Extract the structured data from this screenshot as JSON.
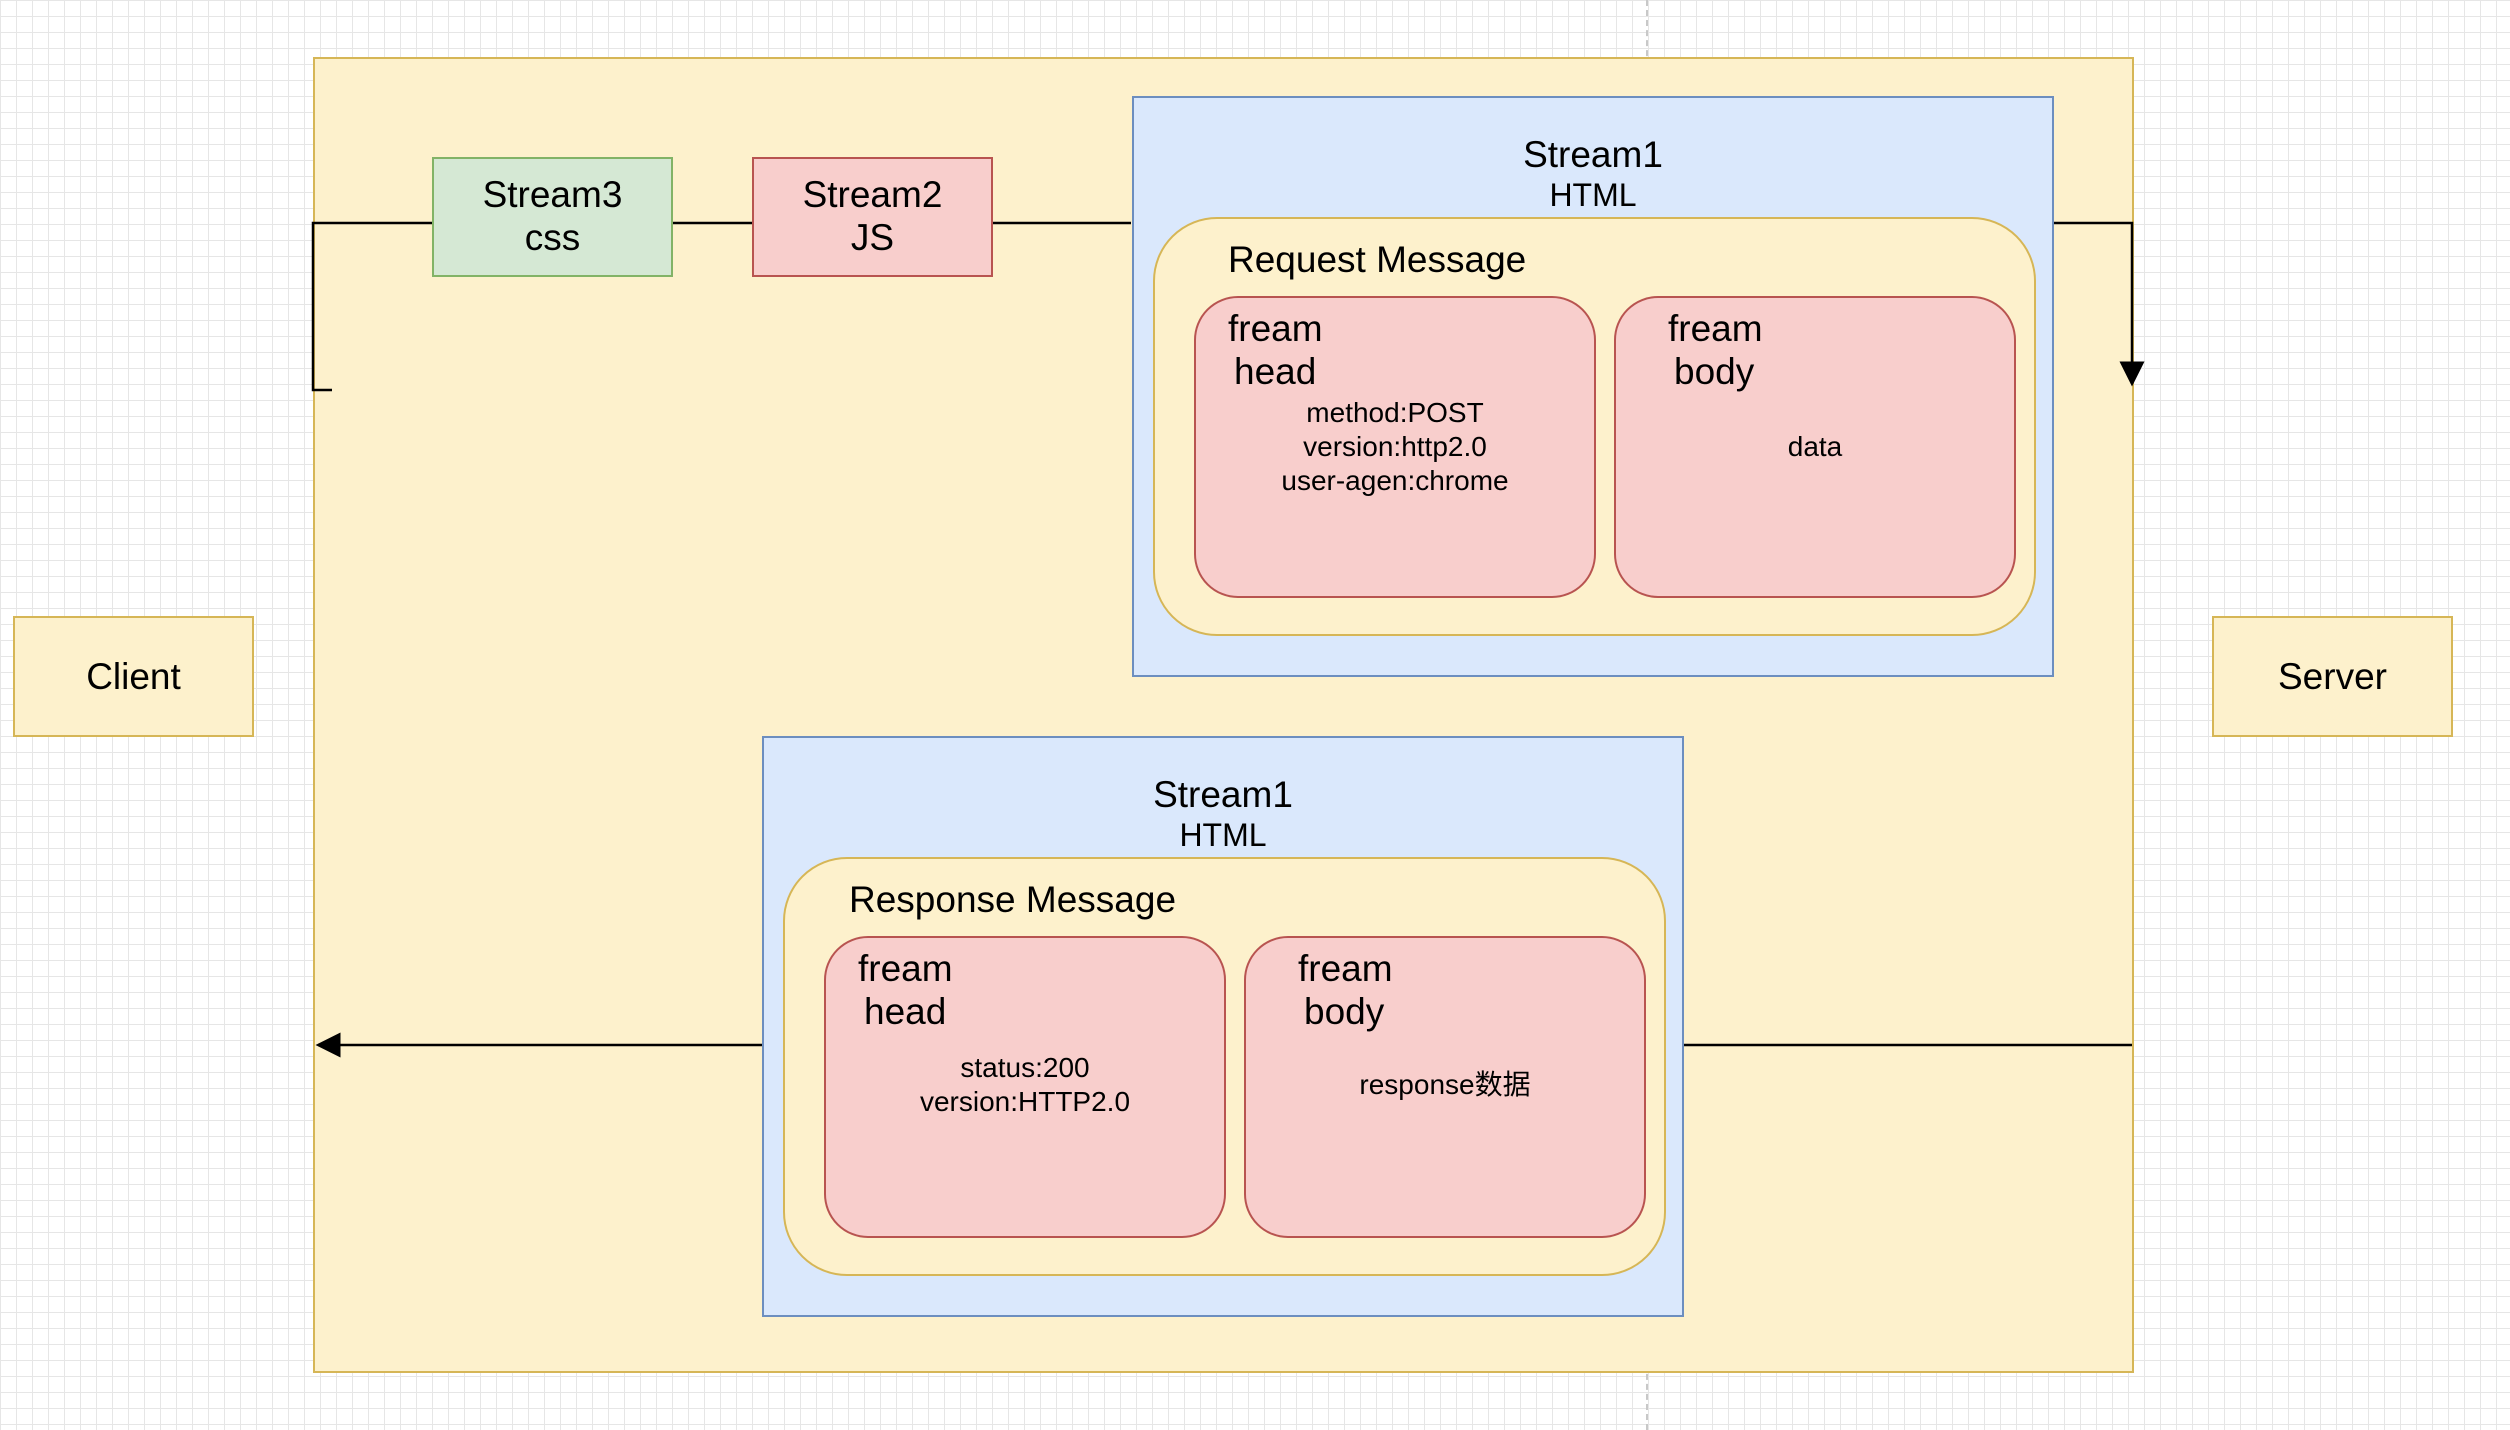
{
  "nodes": {
    "client": "Client",
    "server": "Server",
    "stream3": {
      "name": "Stream3",
      "type": "css"
    },
    "stream2": {
      "name": "Stream2",
      "type": "JS"
    }
  },
  "request_stream": {
    "title": "Stream1",
    "subtitle": "HTML",
    "message": "Request Message",
    "head": {
      "line1": "fream",
      "line2": "head",
      "details": [
        "method:POST",
        "version:http2.0",
        "user-agen:chrome"
      ]
    },
    "body": {
      "line1": "fream",
      "line2": "body",
      "details": [
        "data"
      ]
    }
  },
  "response_stream": {
    "title": "Stream1",
    "subtitle": "HTML",
    "message": "Response Message",
    "head": {
      "line1": "fream",
      "line2": "head",
      "details": [
        "status:200",
        "version:HTTP2.0"
      ]
    },
    "body": {
      "line1": "fream",
      "line2": "body",
      "details": [
        "response数据"
      ]
    }
  },
  "colors": {
    "yellow_fill": "#fdf1cc",
    "yellow_stroke": "#d6b656",
    "blue_fill": "#dae8fc",
    "blue_stroke": "#6c8ebf",
    "red_fill": "#f8cecc",
    "red_stroke": "#b85450",
    "green_fill": "#d5e8d4",
    "green_stroke": "#82b366"
  }
}
